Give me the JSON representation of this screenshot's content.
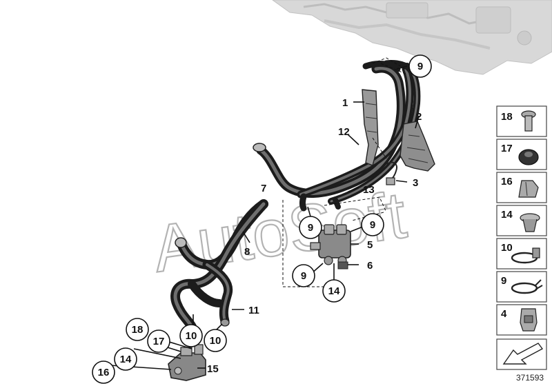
{
  "watermark": "AutoSoft",
  "ref_number": "371593",
  "callouts": {
    "c1": "1",
    "c2": "2",
    "c3": "3",
    "c5": "5",
    "c6": "6",
    "c7": "7",
    "c8": "8",
    "c11": "11",
    "c12": "12",
    "c13": "13",
    "c15": "15",
    "c9_top": "9",
    "c9_a": "9",
    "c9_b": "9",
    "c9_c": "9",
    "c14_mid": "14",
    "c14_low": "14",
    "c10_a": "10",
    "c10_b": "10",
    "c16": "16",
    "c17": "17",
    "c18": "18"
  },
  "parts_panel": [
    "18",
    "17",
    "16",
    "14",
    "10",
    "9",
    "4"
  ]
}
